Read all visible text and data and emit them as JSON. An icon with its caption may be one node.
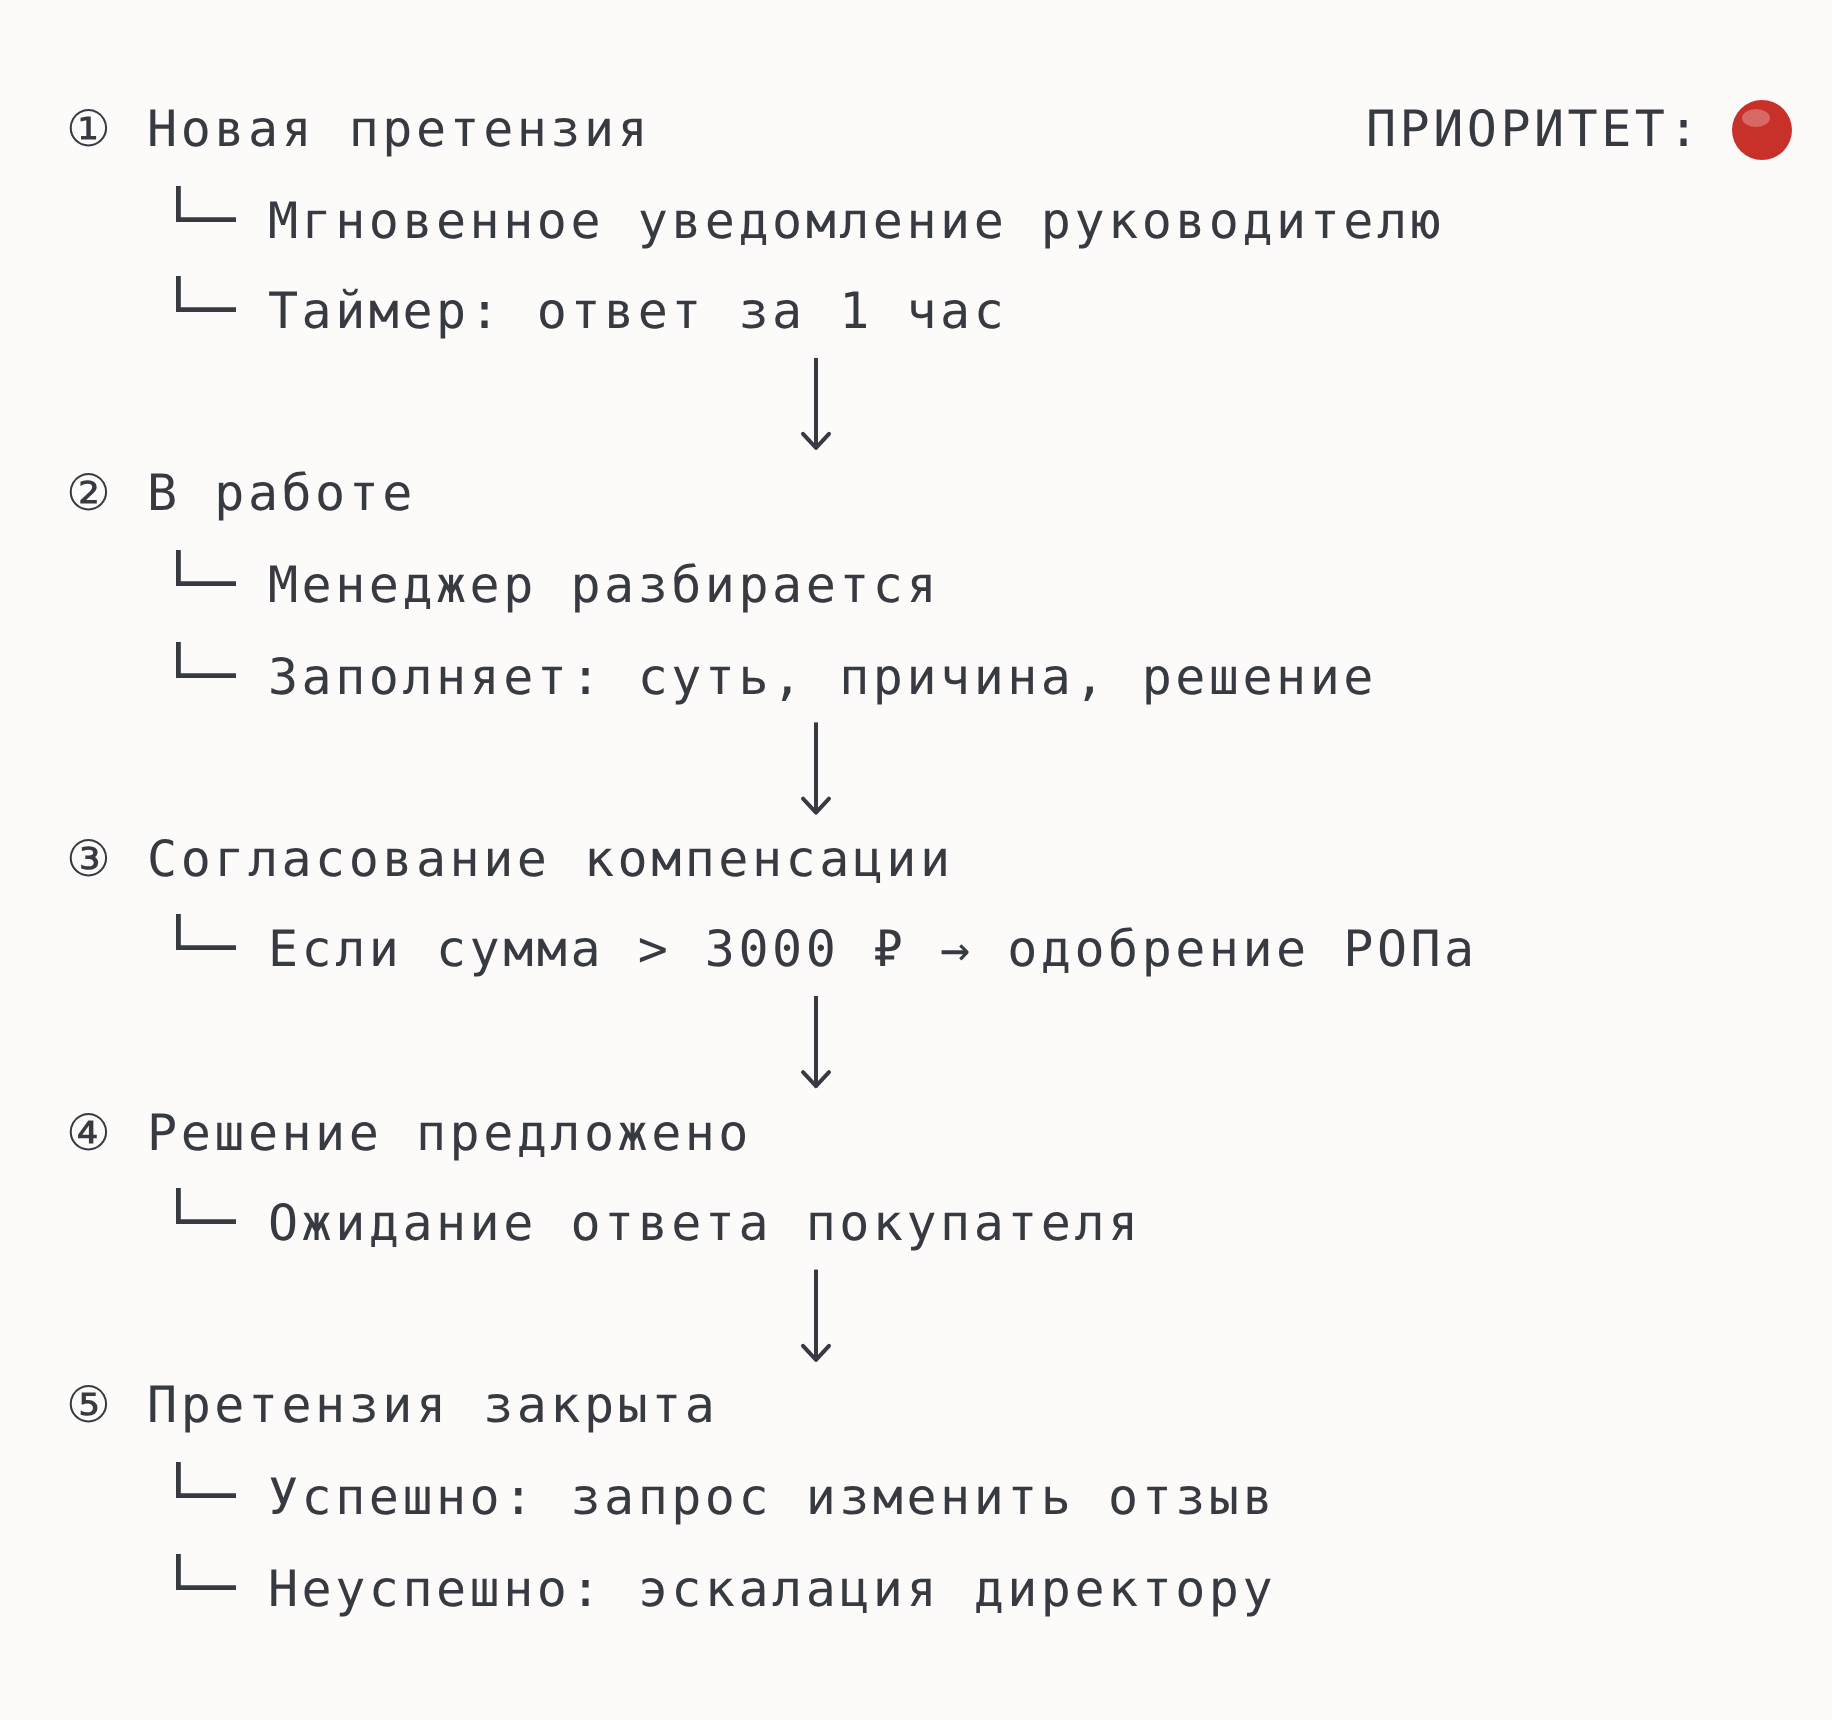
{
  "diagram": {
    "nodes": [
      {
        "text": [
          "① Новая претензия",
          "Мгновенное уведомление руководителю",
          "Таймер: ответ за 1 час"
        ]
      },
      {
        "text": [
          "② В работе",
          "Менеджер разбирается",
          "Заполняет: суть, причина, решение"
        ]
      },
      {
        "text": [
          "③ Согласование компенсации",
          "Если сумма > 3000 ₽ → одобрение РОПа"
        ]
      },
      {
        "text": [
          "④ Решение предложено",
          "Ожидание ответа покупателя"
        ]
      },
      {
        "text": [
          "⑤ Претензия закрыта",
          "Успешно: запрос изменить отзыв",
          "Неуспешно: эскалация директору"
        ]
      }
    ],
    "edges": [
      {
        "from": 0,
        "to": 1,
        "arrow": "to"
      },
      {
        "from": 1,
        "to": 2,
        "arrow": "to"
      },
      {
        "from": 2,
        "to": 3,
        "arrow": "to"
      },
      {
        "from": 3,
        "to": 4,
        "arrow": "to"
      }
    ],
    "legend": [
      {
        "text": "ПРИОРИТЕТ:",
        "color": "#c8302a"
      }
    ]
  }
}
